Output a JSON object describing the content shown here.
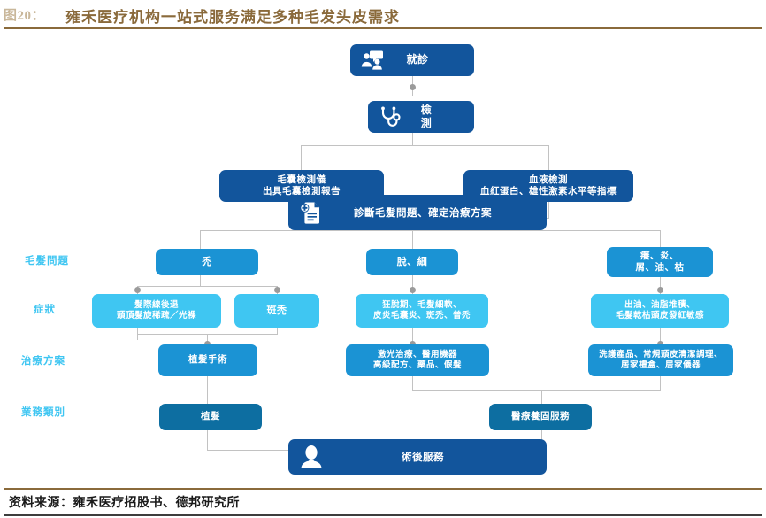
{
  "figure": {
    "number": "图20：",
    "title": "雍禾医疗机构一站式服务满足多种毛发头皮需求",
    "source": "资料来源：雍禾医疗招股书、德邦研究所",
    "accent_brown": "#8a6a3b"
  },
  "palette": {
    "dark_blue": "#12559c",
    "teal_blue": "#0d6ea1",
    "mid_blue": "#1b93d4",
    "light_blue": "#3fc6f2",
    "line_gray": "#c2c2c2",
    "dot_gray": "#9b9b9b"
  },
  "row_labels": [
    {
      "key": "hair_problem",
      "label": "毛髮問題"
    },
    {
      "key": "symptom",
      "label": "症狀"
    },
    {
      "key": "treatment",
      "label": "治療方案"
    },
    {
      "key": "business",
      "label": "業務類別"
    }
  ],
  "nodes": {
    "visit": {
      "label": "就診",
      "icon": "consultation-icon",
      "color": "#12559c"
    },
    "exam": {
      "label": "檢測",
      "icon": "stethoscope-icon",
      "color": "#12559c"
    },
    "follicle_test": {
      "label": "毛囊檢測儀\n出具毛囊檢測報告",
      "color": "#12559c"
    },
    "blood_test": {
      "label": "血液檢測\n血紅蛋白、雄性激素水平等指標",
      "color": "#12559c"
    },
    "diagnosis": {
      "label": "診斷毛髮問題、確定治療方案",
      "icon": "medical-document-icon",
      "color": "#12559c"
    },
    "problem_bald": {
      "label": "禿",
      "color": "#1b93d4"
    },
    "problem_loss": {
      "label": "脫、細",
      "color": "#1b93d4"
    },
    "problem_scalp": {
      "label": "癢、炎、\n屑、油、枯",
      "color": "#1b93d4"
    },
    "symptom_receding": {
      "label": "髮際線後退\n頭頂髮旋稀疏／光裸",
      "color": "#3fc6f2"
    },
    "symptom_alopecia": {
      "label": "斑禿",
      "color": "#3fc6f2"
    },
    "symptom_shedding": {
      "label": "狂脫期、毛髮細軟、\n皮炎毛囊炎、斑禿、普禿",
      "color": "#3fc6f2"
    },
    "symptom_oily": {
      "label": "出油、油脂堆積、\n毛髮乾枯頭皮發紅敏感",
      "color": "#3fc6f2"
    },
    "treat_transplant": {
      "label": "植髮手術",
      "color": "#1b93d4"
    },
    "treat_laser": {
      "label": "激光治療、醫用機器\n高級配方、藥品、假髮",
      "color": "#1b93d4"
    },
    "treat_care": {
      "label": "洗護產品、常規頭皮清潔調理、\n居家禮盒、居家儀器",
      "color": "#1b93d4"
    },
    "biz_transplant": {
      "label": "植髮",
      "color": "#0d6ea1"
    },
    "biz_medical": {
      "label": "醫療養固服務",
      "color": "#0d6ea1"
    },
    "post_service": {
      "label": "術後服務",
      "icon": "patient-avatar-icon",
      "color": "#12559c"
    }
  }
}
